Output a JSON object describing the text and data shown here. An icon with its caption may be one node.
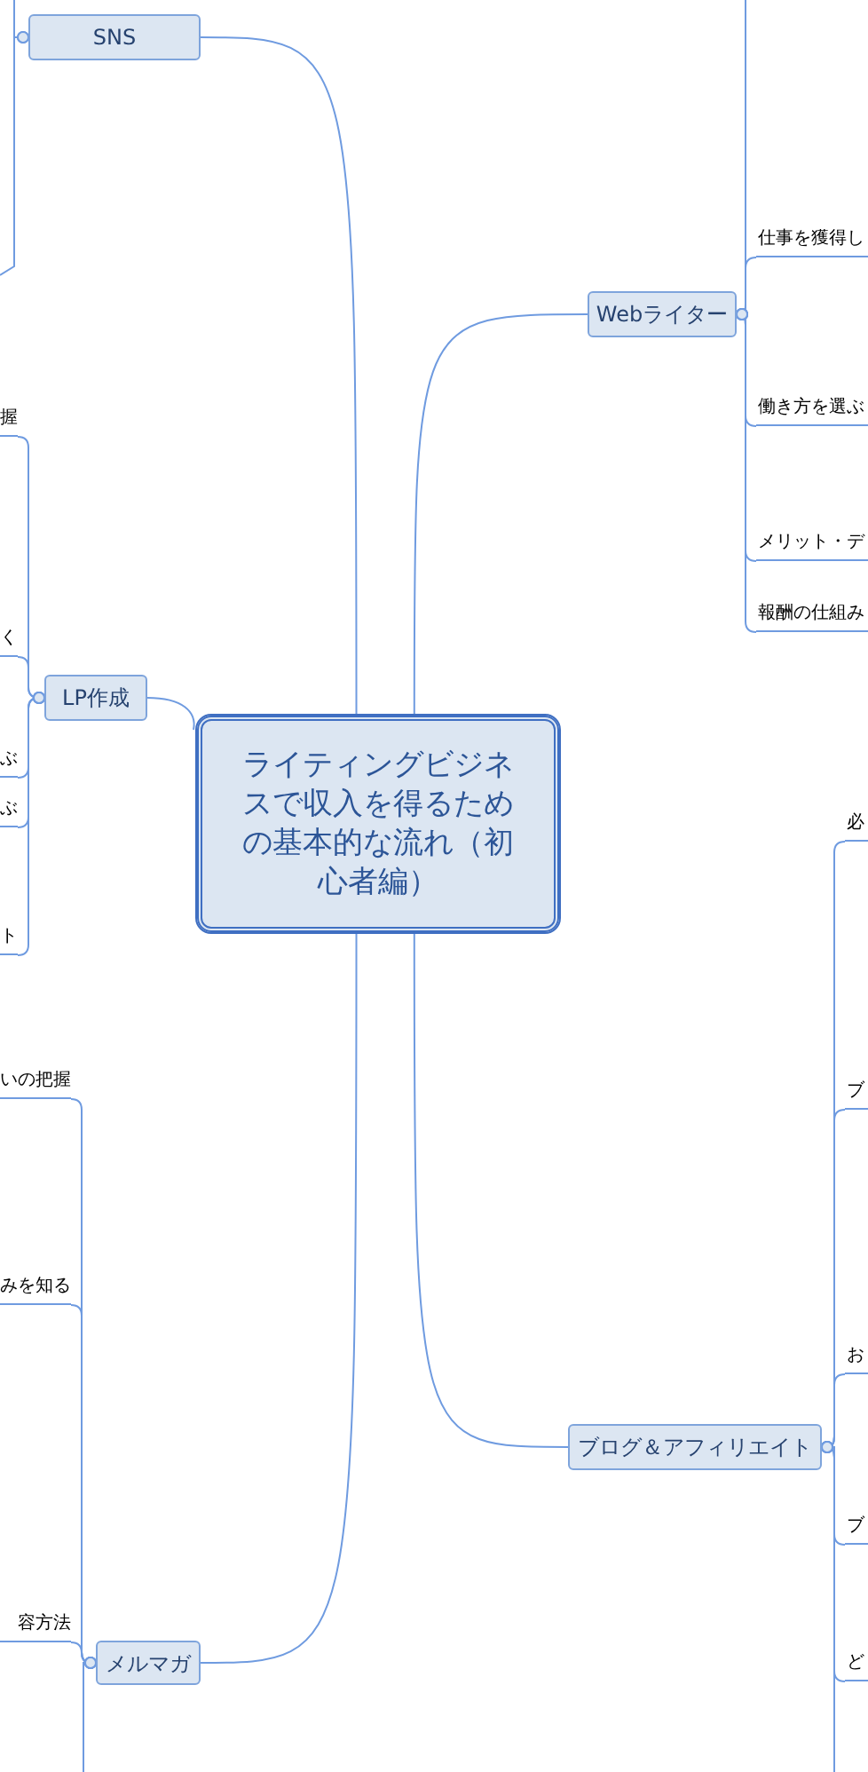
{
  "diagram": {
    "nodes": [
      {
        "text": [
          "ライティングビジネスで収入を得るための基本的な流れ（初心者編）"
        ]
      },
      {
        "text": [
          "SNS"
        ]
      },
      {
        "text": [
          "Webライター"
        ]
      },
      {
        "text": [
          "LP作成"
        ]
      },
      {
        "text": [
          "メルマガ"
        ]
      },
      {
        "text": [
          "ブログ＆アフィリエイト"
        ]
      },
      {
        "text": [
          "仕事を獲得し"
        ]
      },
      {
        "text": [
          "働き方を選ぶ"
        ]
      },
      {
        "text": [
          "メリット・デ"
        ]
      },
      {
        "text": [
          "報酬の仕組み"
        ]
      },
      {
        "text": [
          "握"
        ]
      },
      {
        "text": [
          "く"
        ]
      },
      {
        "text": [
          "ぶ"
        ]
      },
      {
        "text": [
          "ぶ"
        ]
      },
      {
        "text": [
          "ト"
        ]
      },
      {
        "text": [
          "いの把握"
        ]
      },
      {
        "text": [
          "みを知る"
        ]
      },
      {
        "text": [
          "容方法"
        ]
      },
      {
        "text": [
          "必"
        ]
      },
      {
        "text": [
          "ブ"
        ]
      },
      {
        "text": [
          "お"
        ]
      },
      {
        "text": [
          "ブ"
        ]
      },
      {
        "text": [
          "ど"
        ]
      }
    ],
    "edges": [
      {
        "from": 0,
        "to": 1,
        "arrow": "none"
      },
      {
        "from": 0,
        "to": 2,
        "arrow": "none"
      },
      {
        "from": 0,
        "to": 3,
        "arrow": "none"
      },
      {
        "from": 0,
        "to": 4,
        "arrow": "none"
      },
      {
        "from": 0,
        "to": 5,
        "arrow": "none"
      },
      {
        "from": 1,
        "to": null,
        "arrow": "other"
      },
      {
        "from": 1,
        "to": null,
        "arrow": "other"
      },
      {
        "from": 2,
        "to": null,
        "arrow": "other"
      },
      {
        "from": 2,
        "to": 6,
        "arrow": "other"
      },
      {
        "from": 2,
        "to": 7,
        "arrow": "other"
      },
      {
        "from": 2,
        "to": 8,
        "arrow": "other"
      },
      {
        "from": 2,
        "to": 9,
        "arrow": "other"
      },
      {
        "from": 3,
        "to": 10,
        "arrow": "other"
      },
      {
        "from": 3,
        "to": 11,
        "arrow": "other"
      },
      {
        "from": 3,
        "to": 12,
        "arrow": "other"
      },
      {
        "from": 3,
        "to": 13,
        "arrow": "other"
      },
      {
        "from": 3,
        "to": 14,
        "arrow": "other"
      },
      {
        "from": 4,
        "to": 15,
        "arrow": "other"
      },
      {
        "from": 4,
        "to": 16,
        "arrow": "other"
      },
      {
        "from": 4,
        "to": 17,
        "arrow": "other"
      },
      {
        "from": 4,
        "to": null,
        "arrow": "other"
      },
      {
        "from": 5,
        "to": 18,
        "arrow": "other"
      },
      {
        "from": 5,
        "to": 19,
        "arrow": "other"
      },
      {
        "from": 5,
        "to": 20,
        "arrow": "other"
      },
      {
        "from": 5,
        "to": 21,
        "arrow": "other"
      },
      {
        "from": 5,
        "to": 22,
        "arrow": "other"
      },
      {
        "from": 5,
        "to": null,
        "arrow": "other"
      }
    ]
  }
}
